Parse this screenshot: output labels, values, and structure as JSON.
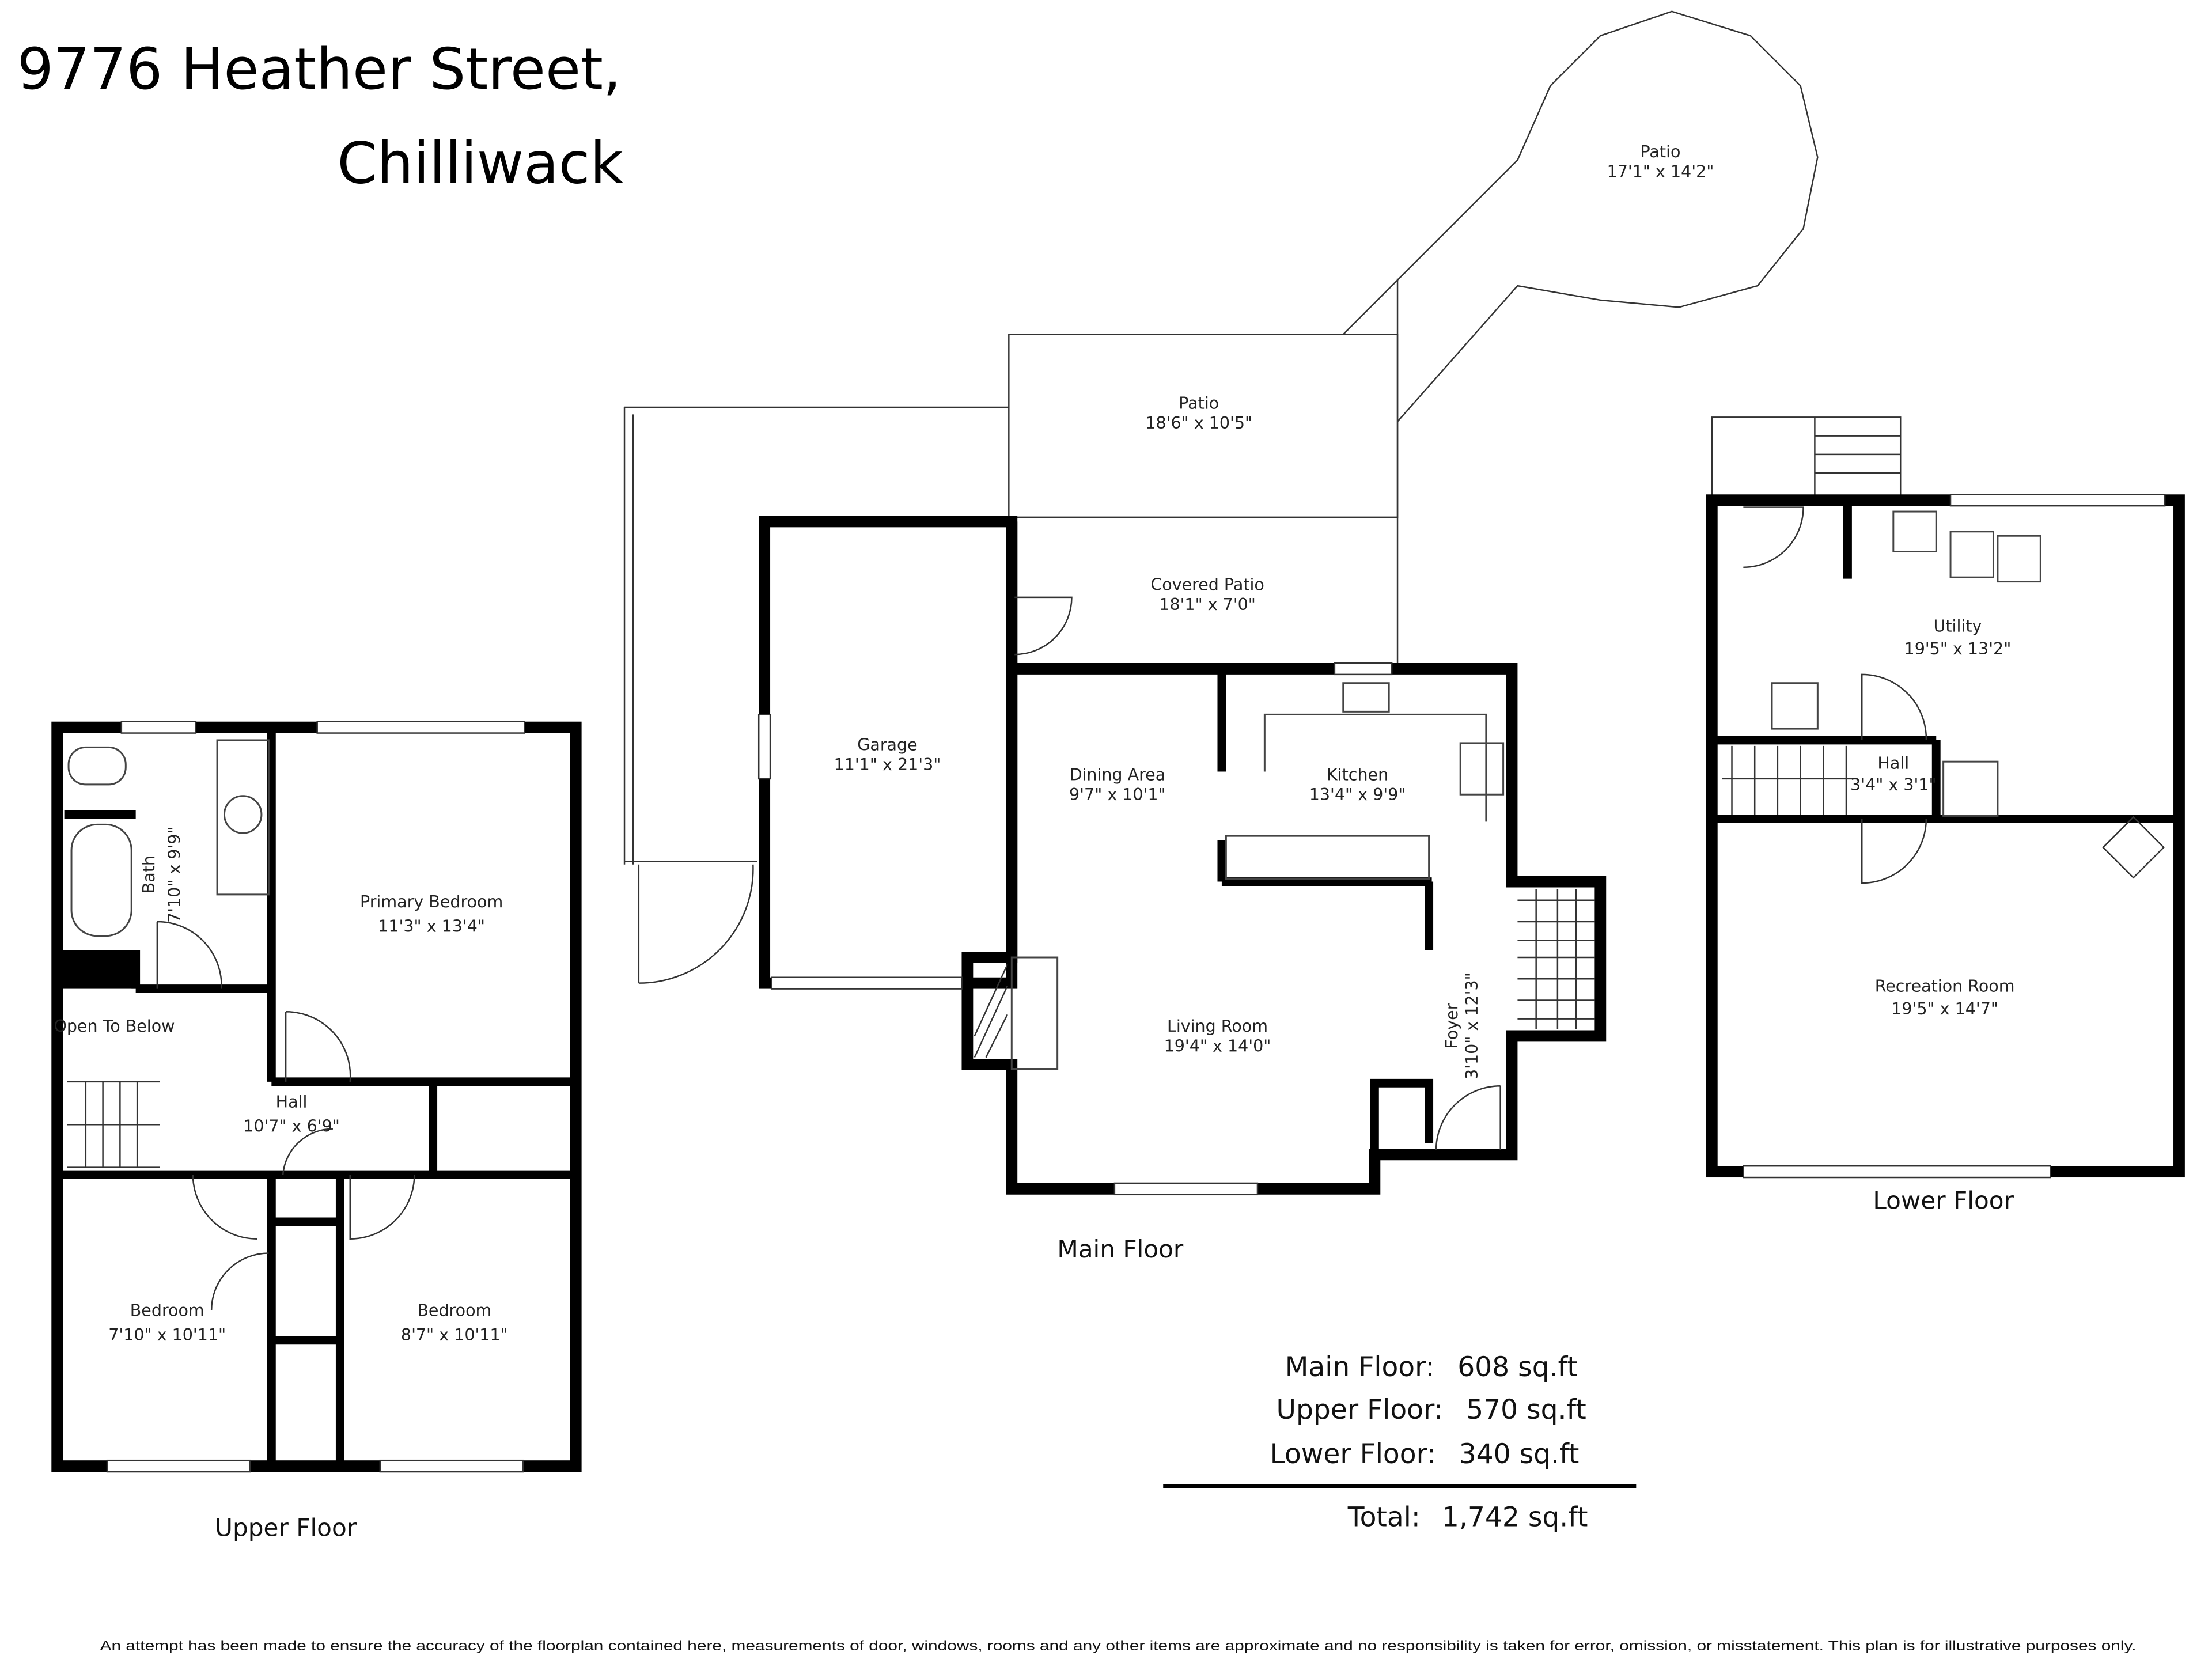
{
  "title": {
    "line1": "9776 Heather Street,",
    "line2": "Chilliwack"
  },
  "floors": {
    "main": {
      "name": "Main Floor",
      "rooms": [
        {
          "name": "Patio",
          "dims": "17'1\" x 14'2\""
        },
        {
          "name": "Patio",
          "dims": "18'6\" x 10'5\""
        },
        {
          "name": "Covered Patio",
          "dims": "18'1\" x 7'0\""
        },
        {
          "name": "Garage",
          "dims": "11'1\" x 21'3\""
        },
        {
          "name": "Dining Area",
          "dims": "9'7\" x 10'1\""
        },
        {
          "name": "Kitchen",
          "dims": "13'4\" x 9'9\""
        },
        {
          "name": "Living Room",
          "dims": "19'4\" x 14'0\""
        },
        {
          "name": "Foyer",
          "dims": "3'10\" x 12'3\""
        }
      ]
    },
    "upper": {
      "name": "Upper Floor",
      "rooms": [
        {
          "name": "Bath",
          "dims": "7'10\" x 9'9\""
        },
        {
          "name": "Primary Bedroom",
          "dims": "11'3\" x 13'4\""
        },
        {
          "name": "Open To Below",
          "dims": ""
        },
        {
          "name": "Hall",
          "dims": "10'7\" x 6'9\""
        },
        {
          "name": "Bedroom",
          "dims": "7'10\" x 10'11\""
        },
        {
          "name": "Bedroom",
          "dims": "8'7\" x 10'11\""
        }
      ]
    },
    "lower": {
      "name": "Lower Floor",
      "rooms": [
        {
          "name": "Utility",
          "dims": "19'5\" x 13'2\""
        },
        {
          "name": "Hall",
          "dims": "3'4\" x 3'1\""
        },
        {
          "name": "Recreation Room",
          "dims": "19'5\" x 14'7\""
        }
      ]
    }
  },
  "summary": {
    "rows": [
      {
        "label": "Main Floor:",
        "value": "608 sq.ft"
      },
      {
        "label": "Upper Floor:",
        "value": "570 sq.ft"
      },
      {
        "label": "Lower Floor:",
        "value": "340 sq.ft"
      }
    ],
    "total_label": "Total:",
    "total_value": "1,742 sq.ft"
  },
  "disclaimer": "An attempt has been made to ensure the accuracy of the floorplan contained here, measurements of door, windows, rooms and any other items are approximate and no responsibility is taken for error, omission, or misstatement. This plan is for illustrative purposes only."
}
